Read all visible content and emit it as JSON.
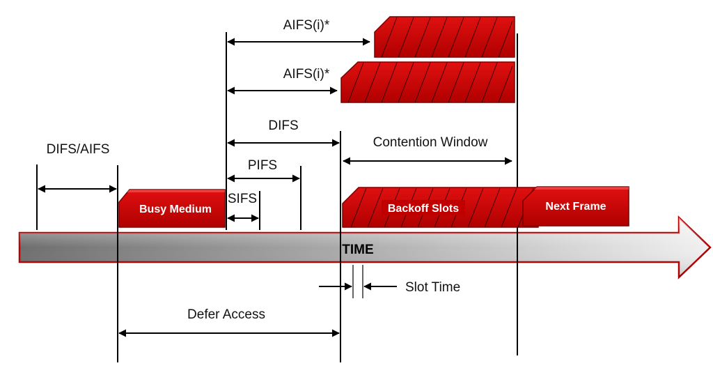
{
  "labels": {
    "difs_aifs": "DIFS/AIFS",
    "aifs_upper": "AIFS(i)*",
    "aifs_lower": "AIFS(i)*",
    "difs": "DIFS",
    "contention_window": "Contention Window",
    "pifs": "PIFS",
    "sifs": "SIFS",
    "time": "TIME",
    "slot_time": "Slot Time",
    "defer_access": "Defer Access"
  },
  "boxes": {
    "busy_medium": "Busy Medium",
    "backoff_slots": "Backoff Slots",
    "next_frame": "Next Frame"
  },
  "colors": {
    "frame_red": "#cc0000",
    "frame_red_dark": "#8f0000",
    "time_bar_light": "#f2f2f2",
    "time_bar_dark": "#7a7a7a"
  }
}
